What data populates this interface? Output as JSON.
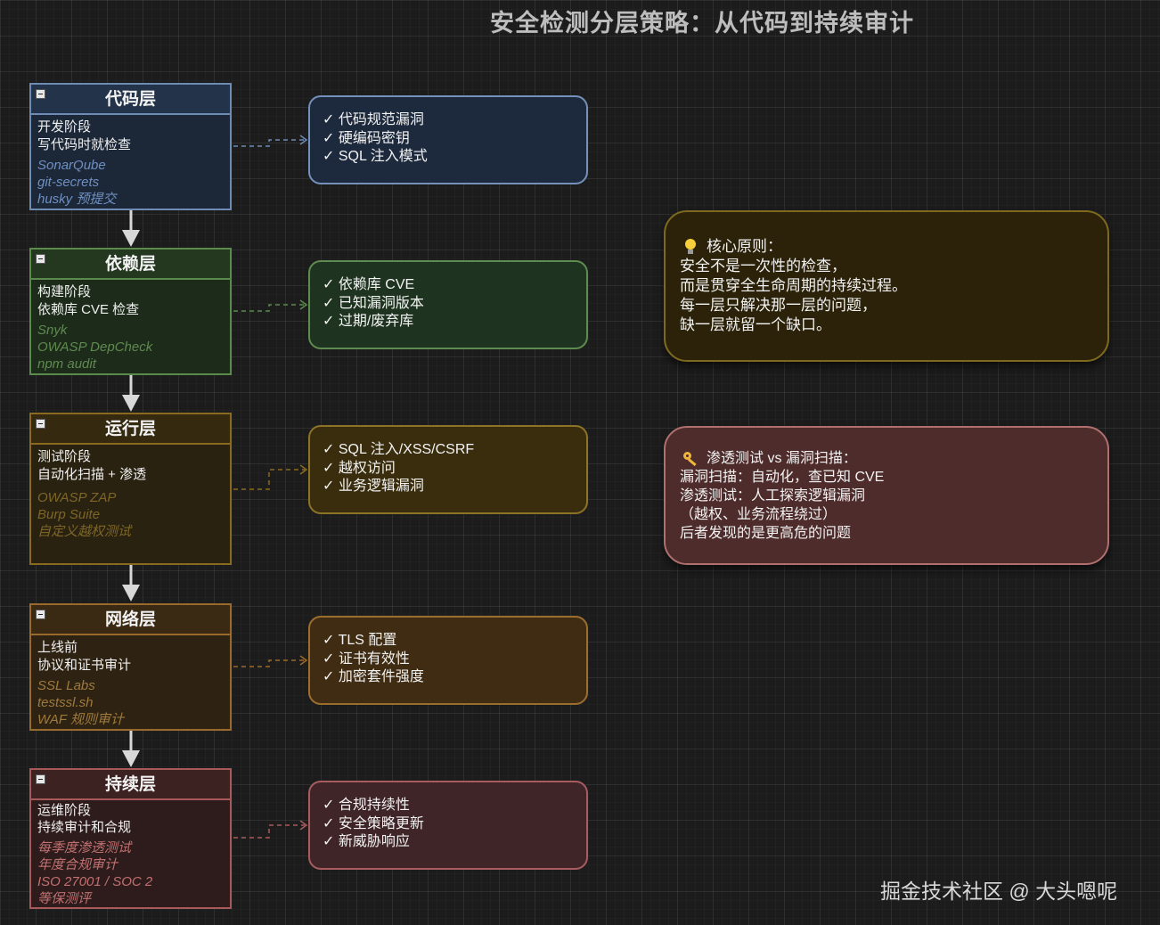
{
  "title": "安全检测分层策略：从代码到持续审计",
  "layers": [
    {
      "name": "代码层",
      "stage": [
        "开发阶段",
        "写代码时就检查"
      ],
      "tools": [
        "SonarQube",
        "git-secrets",
        "husky 预提交"
      ],
      "checks": [
        "✓ 代码规范漏洞",
        "✓ 硬编码密钥",
        "✓ SQL 注入模式"
      ]
    },
    {
      "name": "依赖层",
      "stage": [
        "构建阶段",
        "依赖库 CVE 检查"
      ],
      "tools": [
        "Snyk",
        "OWASP DepCheck",
        "npm audit"
      ],
      "checks": [
        "✓ 依赖库 CVE",
        "✓ 已知漏洞版本",
        "✓ 过期/废弃库"
      ]
    },
    {
      "name": "运行层",
      "stage": [
        "测试阶段",
        "自动化扫描 + 渗透"
      ],
      "tools": [
        "OWASP ZAP",
        "Burp Suite",
        "自定义越权测试"
      ],
      "checks": [
        "✓ SQL 注入/XSS/CSRF",
        "✓ 越权访问",
        "✓ 业务逻辑漏洞"
      ]
    },
    {
      "name": "网络层",
      "stage": [
        "上线前",
        "协议和证书审计"
      ],
      "tools": [
        "SSL Labs",
        "testssl.sh",
        "WAF 规则审计"
      ],
      "checks": [
        "✓ TLS 配置",
        "✓ 证书有效性",
        "✓ 加密套件强度"
      ]
    },
    {
      "name": "持续层",
      "stage": [
        "运维阶段",
        "持续审计和合规"
      ],
      "tools": [
        "每季度渗透测试",
        "年度合规审计",
        "ISO 27001 / SOC 2",
        "等保测评"
      ],
      "checks": [
        "✓ 合规持续性",
        "✓ 安全策略更新",
        "✓ 新威胁响应"
      ]
    }
  ],
  "notes": {
    "principle": {
      "icon": "lightbulb-icon",
      "heading": "核心原则：",
      "lines": [
        "安全不是一次性的检查，",
        "而是贯穿全生命周期的持续过程。",
        "每一层只解决那一层的问题，",
        "缺一层就留一个缺口。"
      ]
    },
    "pentest": {
      "icon": "key-icon",
      "heading": "渗透测试 vs 漏洞扫描：",
      "lines": [
        "漏洞扫描：自动化，查已知 CVE",
        "渗透测试：人工探索逻辑漏洞",
        "（越权、业务流程绕过）",
        "后者发现的是更高危的问题"
      ]
    }
  },
  "watermark": "掘金技术社区 @ 大头嗯呢"
}
